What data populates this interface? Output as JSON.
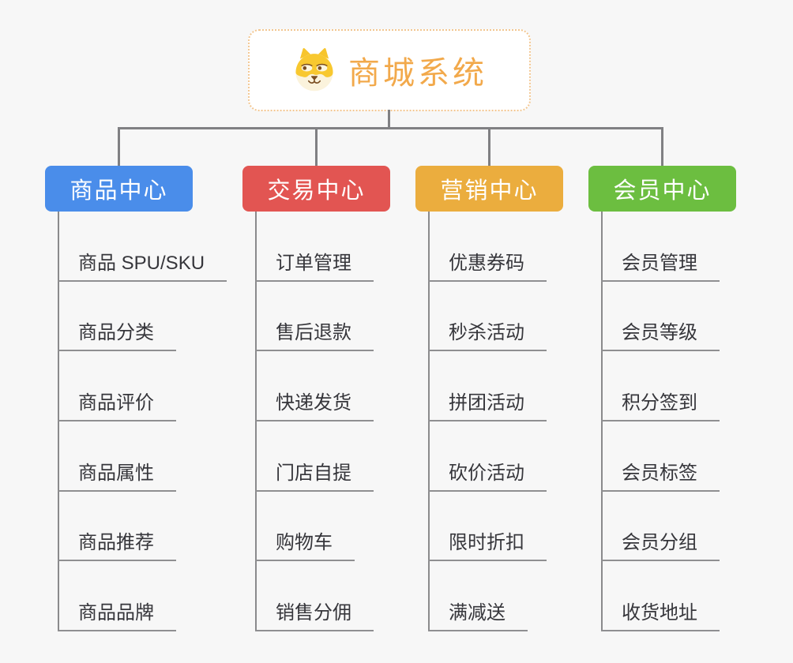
{
  "canvas": {
    "background": "#f7f7f7",
    "connector_color": "#808083"
  },
  "root": {
    "title": "商城系统",
    "icon": "doge-icon",
    "text_color": "#f2a94b",
    "border_color": "#f2c690",
    "background": "#ffffff"
  },
  "branches": [
    {
      "label": "商品中心",
      "color": "#4a8dea",
      "children": [
        "商品 SPU/SKU",
        "商品分类",
        "商品评价",
        "商品属性",
        "商品推荐",
        "商品品牌"
      ]
    },
    {
      "label": "交易中心",
      "color": "#e25552",
      "children": [
        "订单管理",
        "售后退款",
        "快递发货",
        "门店自提",
        "购物车",
        "销售分佣"
      ]
    },
    {
      "label": "营销中心",
      "color": "#ebad3e",
      "children": [
        "优惠券码",
        "秒杀活动",
        "拼团活动",
        "砍价活动",
        "限时折扣",
        "满减送"
      ]
    },
    {
      "label": "会员中心",
      "color": "#6cbe40",
      "children": [
        "会员管理",
        "会员等级",
        "积分签到",
        "会员标签",
        "会员分组",
        "收货地址"
      ]
    }
  ]
}
